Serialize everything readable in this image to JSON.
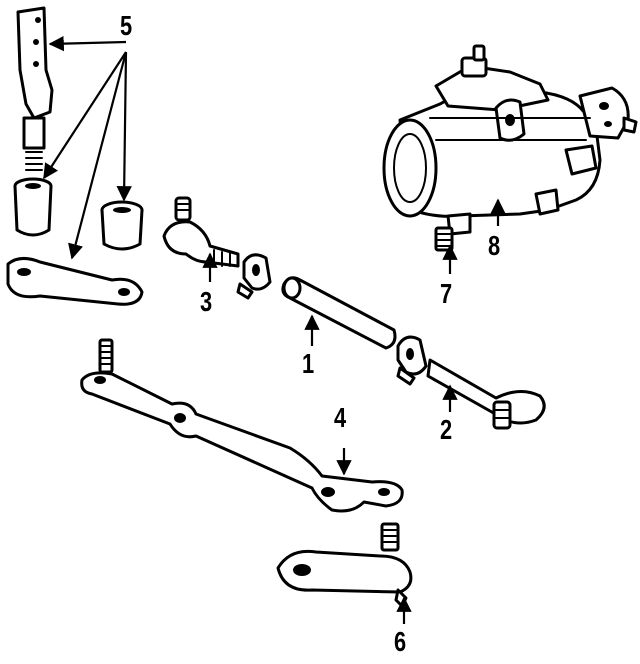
{
  "colors": {
    "ink": "#000000",
    "paper": "#ffffff"
  },
  "callouts": {
    "n1": "1",
    "n2": "2",
    "n3": "3",
    "n4": "4",
    "n5": "5",
    "n6": "6",
    "n7": "7",
    "n8": "8"
  }
}
